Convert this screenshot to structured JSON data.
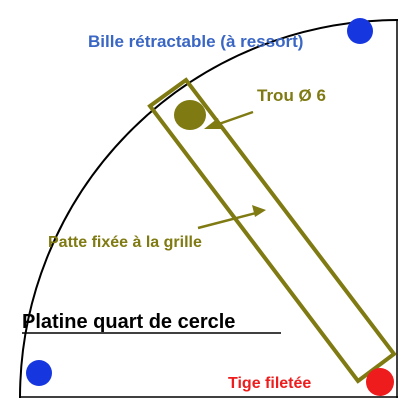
{
  "labels": {
    "ball_plunger": "Bille rétractable (à ressort)",
    "hole": "Trou Ø 6",
    "tab": "Patte fixée à la grille",
    "plate": "Platine quart de cercle",
    "threaded_rod": "Tige filetée"
  },
  "colors": {
    "ball_plunger_text": "#3a66c4",
    "olive": "#7f7a12",
    "threaded_rod": "#ee1c1c",
    "blue_dot": "#1637e0",
    "outline": "#000000",
    "background": "#ffffff"
  }
}
